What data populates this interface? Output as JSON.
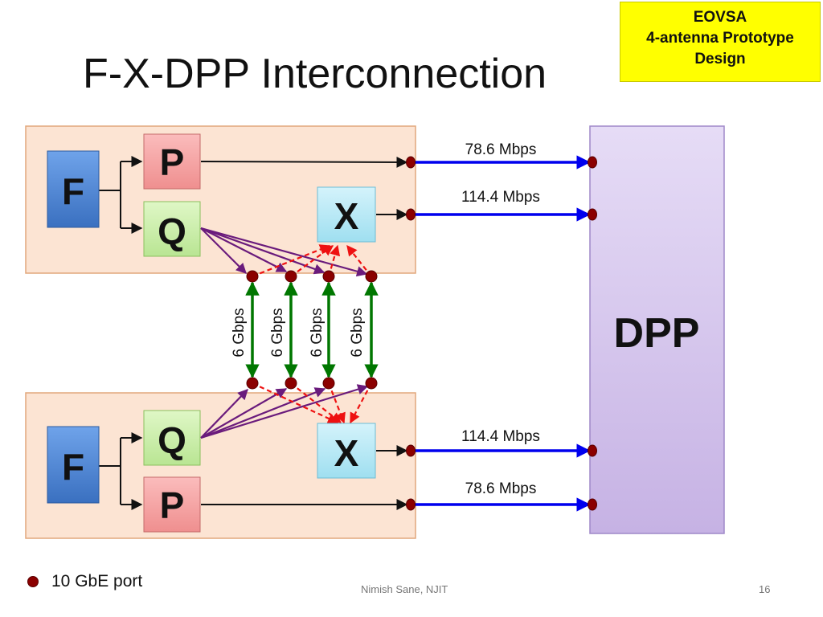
{
  "title": "F-X-DPP Interconnection",
  "badge": {
    "line1": "EOVSA",
    "line2": "4-antenna Prototype",
    "line3": "Design"
  },
  "blocks": {
    "f": "F",
    "p": "P",
    "q": "Q",
    "x": "X",
    "dpp": "DPP"
  },
  "rates": {
    "top_p": "78.6 Mbps",
    "top_x": "114.4 Mbps",
    "bottom_x": "114.4 Mbps",
    "bottom_p": "78.6 Mbps"
  },
  "links": [
    "6 Gbps",
    "6 Gbps",
    "6 Gbps",
    "6 Gbps"
  ],
  "legend": {
    "label": "10 GbE port"
  },
  "footer": {
    "author": "Nimish Sane, NJIT",
    "page": "16"
  },
  "colors": {
    "module_fill": "#fce4d3",
    "f_block": "#4f86d4",
    "p_block": "#f4a2a2",
    "q_block": "#c9eea9",
    "x_block": "#b4e8f6",
    "dpp_block": "#d8c8ee",
    "rate_arrow": "#0000ee",
    "link_arrow": "#007700",
    "q_fanout": "#6a1b7c",
    "x_fanin": "#ee1111",
    "port": "#8b0000"
  }
}
